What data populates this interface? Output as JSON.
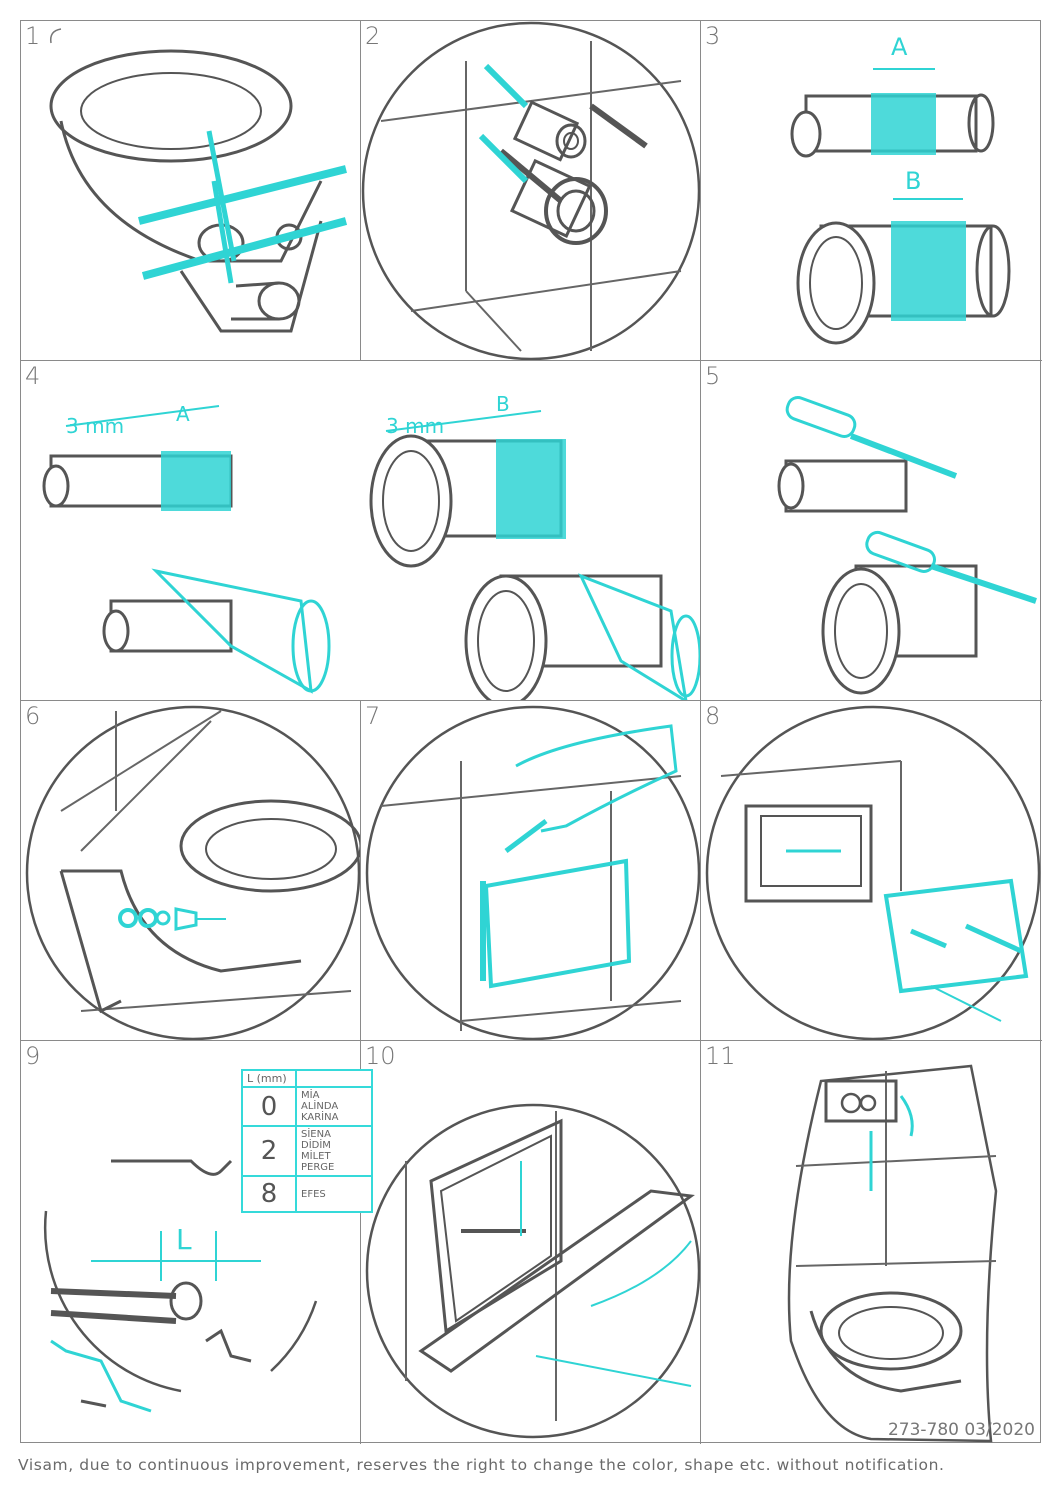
{
  "steps": [
    "1",
    "2",
    "3",
    "4",
    "5",
    "6",
    "7",
    "8",
    "9",
    "10",
    "11"
  ],
  "dimension_labels": {
    "a": "A",
    "b": "B",
    "offset": "3 mm",
    "length": "L"
  },
  "length_table": {
    "header": "L (mm)",
    "rows": [
      {
        "value": "0",
        "models": "MİA\nALİNDA\nKARİNA"
      },
      {
        "value": "2",
        "models": "SİENA\nDİDİM\nMİLET\nPERGE"
      },
      {
        "value": "8",
        "models": "EFES"
      }
    ]
  },
  "document_code": "273-780 03/2020",
  "footer_note": "Visam, due to continuous improvement, reserves the right to change the color, shape etc. without notification.",
  "colors": {
    "accent": "#2fd4d4",
    "line": "#555555",
    "grid": "#8a8a8a"
  }
}
